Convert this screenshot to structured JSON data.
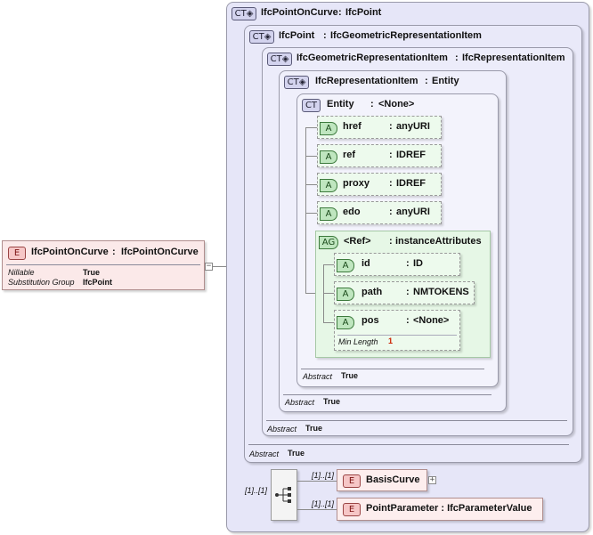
{
  "badges": {
    "ct": "CT",
    "e": "E",
    "a": "A",
    "ag": "AG",
    "ct_ext_glyph": "◈"
  },
  "root_element": {
    "name": "IfcPointOnCurve",
    "type": "IfcPointOnCurve",
    "props": [
      {
        "label": "Nillable",
        "value": "True"
      },
      {
        "label": "Substitution Group",
        "value": "IfcPoint"
      }
    ],
    "expander": "−"
  },
  "types": {
    "t1": {
      "name": "IfcPointOnCurve",
      "base": "IfcPoint"
    },
    "t2": {
      "name": "IfcPoint",
      "base": "IfcGeometricRepresentationItem",
      "abstract_label": "Abstract",
      "abstract_value": "True"
    },
    "t3": {
      "name": "IfcGeometricRepresentationItem",
      "base": "IfcRepresentationItem",
      "abstract_label": "Abstract",
      "abstract_value": "True"
    },
    "t4": {
      "name": "IfcRepresentationItem",
      "base": "Entity",
      "abstract_label": "Abstract",
      "abstract_value": "True"
    },
    "t5": {
      "name": "Entity",
      "base": "<None>",
      "abstract_label": "Abstract",
      "abstract_value": "True"
    }
  },
  "attributes": [
    {
      "name": "href",
      "type": "anyURI"
    },
    {
      "name": "ref",
      "type": "IDREF"
    },
    {
      "name": "proxy",
      "type": "IDREF"
    },
    {
      "name": "edo",
      "type": "anyURI"
    }
  ],
  "attribute_group": {
    "name": "<Ref>",
    "type": "instanceAttributes",
    "attributes": [
      {
        "name": "id",
        "type": "ID"
      },
      {
        "name": "path",
        "type": "NMTOKENS"
      },
      {
        "name": "pos",
        "type": "<None>",
        "facet_label": "Min Length",
        "facet_value": "1"
      }
    ]
  },
  "sequence": {
    "multiplicity": "[1]..[1]",
    "children": [
      {
        "name": "BasisCurve",
        "multiplicity": "[1]..[1]",
        "expander": "+"
      },
      {
        "name": "PointParameter : IfcParameterValue",
        "multiplicity": "[1]..[1]"
      }
    ]
  }
}
